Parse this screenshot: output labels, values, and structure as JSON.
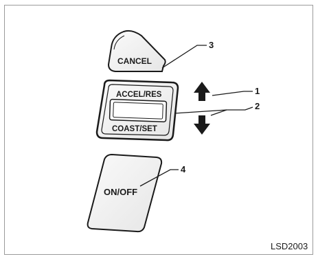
{
  "buttons": {
    "cancel": "CANCEL",
    "accel_res": "ACCEL/RES",
    "coast_set": "COAST/SET",
    "on_off": "ON/OFF"
  },
  "callouts": {
    "c1": "1",
    "c2": "2",
    "c3": "3",
    "c4": "4"
  },
  "figure_code": "LSD2003",
  "colors": {
    "ink": "#1a1a1a",
    "button_fill": "#f4f4f4",
    "frame": "#9a9a9a"
  },
  "icons": {
    "up": "arrow-up-icon",
    "down": "arrow-down-icon"
  }
}
